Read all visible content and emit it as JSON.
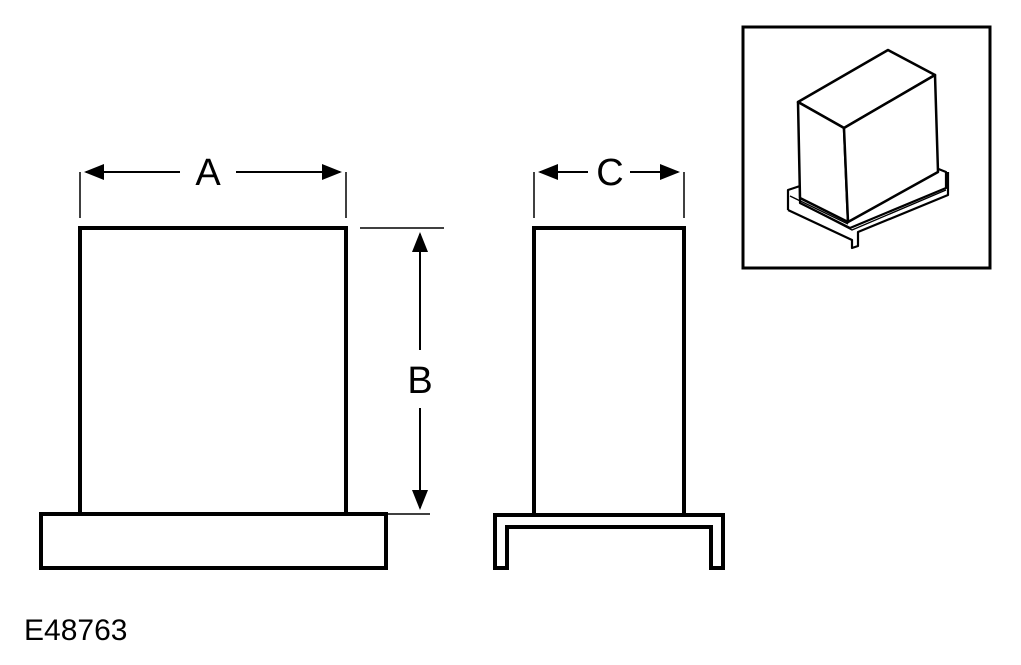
{
  "labels": {
    "width_label": "A",
    "height_label": "B",
    "depth_label": "C",
    "figure_ref": "E48763"
  },
  "colors": {
    "line": "#000000",
    "background": "#ffffff"
  }
}
